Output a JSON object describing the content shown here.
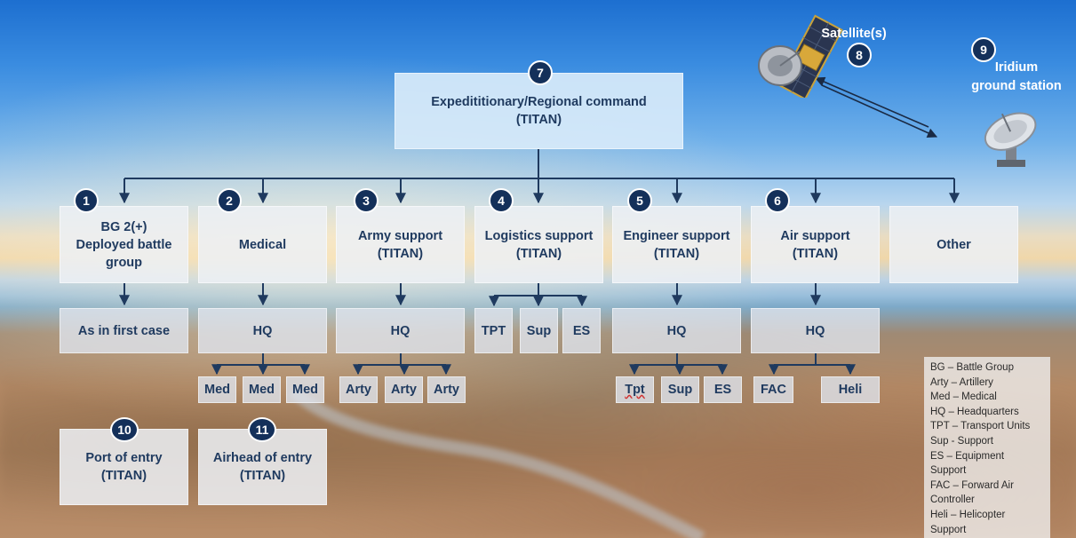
{
  "colors": {
    "box_text": "#1f3a5f",
    "badge_fill": "#14305a",
    "connector": "#1f3a5f"
  },
  "icons": {
    "satellite": "satellite-icon",
    "ground_station": "satellite-dish-icon"
  },
  "command": {
    "text": "Expedititionary/Regional command\n(TITAN)",
    "badge": "7"
  },
  "satellite": {
    "label": "Satellite(s)",
    "badge": "8"
  },
  "ground_station": {
    "label": "Iridium\nground station",
    "badge": "9"
  },
  "units": [
    {
      "text": "BG 2(+)\nDeployed battle\ngroup",
      "badge": "1"
    },
    {
      "text": "Medical",
      "badge": "2"
    },
    {
      "text": "Army support\n(TITAN)",
      "badge": "3"
    },
    {
      "text": "Logistics support\n(TITAN)",
      "badge": "4"
    },
    {
      "text": "Engineer support\n(TITAN)",
      "badge": "5"
    },
    {
      "text": "Air support\n(TITAN)",
      "badge": "6"
    },
    {
      "text": "Other",
      "badge": ""
    }
  ],
  "subunits": [
    "As in first case",
    "HQ",
    "HQ",
    "TPT",
    "Sup",
    "ES",
    "HQ",
    "HQ"
  ],
  "elements": [
    "Med",
    "Med",
    "Med",
    "Arty",
    "Arty",
    "Arty",
    "Tpt",
    "Sup",
    "ES",
    "FAC",
    "Heli"
  ],
  "entry_points": [
    {
      "text": "Port of entry\n(TITAN)",
      "badge": "10"
    },
    {
      "text": "Airhead of entry\n(TITAN)",
      "badge": "11"
    }
  ],
  "legend": [
    "BG – Battle Group",
    "Arty – Artillery",
    "Med – Medical",
    "HQ – Headquarters",
    "TPT – Transport Units",
    "Sup - Support",
    "ES – Equipment",
    "Support",
    "FAC – Forward Air",
    "Controller",
    "Heli – Helicopter",
    "Support"
  ]
}
